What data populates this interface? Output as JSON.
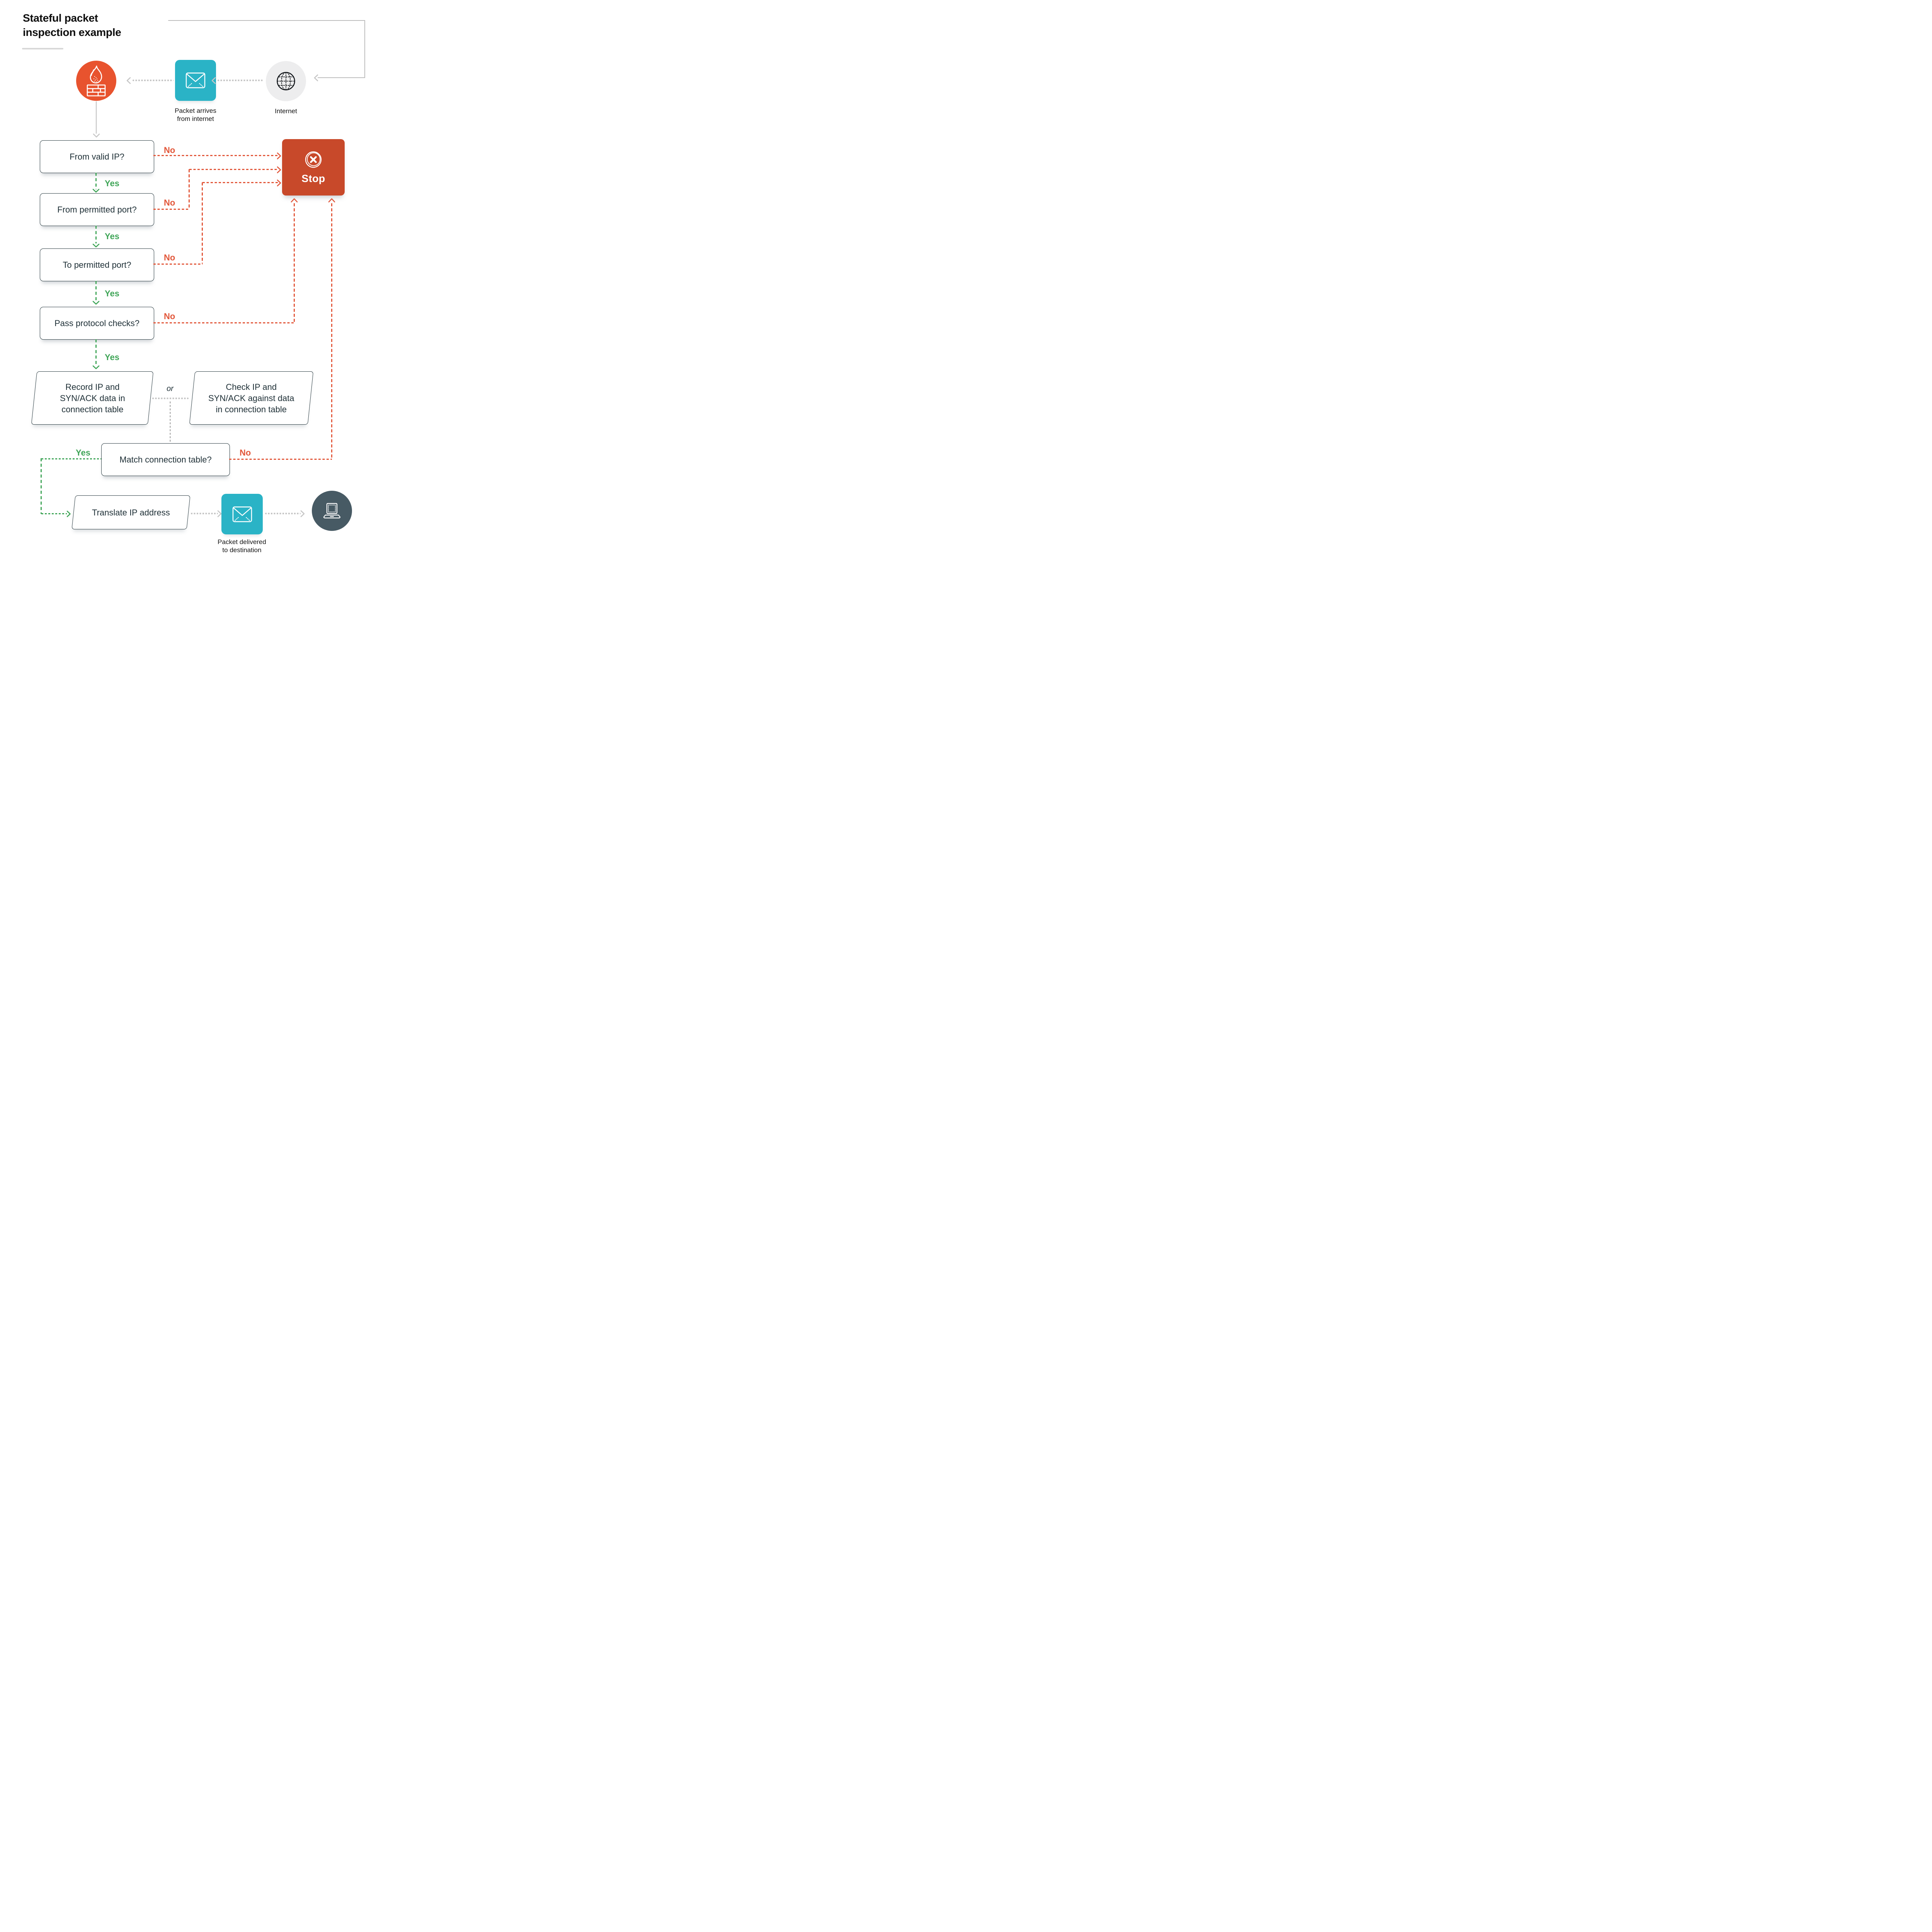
{
  "title": "Stateful packet\ninspection example",
  "labels": {
    "yes": "Yes",
    "no": "No",
    "or": "or"
  },
  "nodes": {
    "firewall": {
      "icon": "firewall-icon"
    },
    "packet_in": {
      "label": "Packet arrives\nfrom internet",
      "icon": "envelope-icon"
    },
    "internet": {
      "label": "Internet",
      "icon": "globe-icon"
    },
    "stop": {
      "label": "Stop",
      "icon": "circled-x-icon"
    },
    "decisions": [
      {
        "id": "valid-ip",
        "question": "From valid IP?"
      },
      {
        "id": "from-permitted-port",
        "question": "From permitted port?"
      },
      {
        "id": "to-permitted-port",
        "question": "To permitted port?"
      },
      {
        "id": "protocol-checks",
        "question": "Pass protocol checks?"
      },
      {
        "id": "match-connection-table",
        "question": "Match connection table?"
      }
    ],
    "processes": [
      {
        "id": "record",
        "text": "Record IP and\nSYN/ACK data in\nconnection table"
      },
      {
        "id": "check",
        "text": "Check IP and\nSYN/ACK against data\nin connection table"
      },
      {
        "id": "translate",
        "text": "Translate IP address"
      }
    ],
    "packet_out": {
      "label": "Packet delivered\nto destination",
      "icon": "envelope-icon"
    },
    "destination": {
      "icon": "laptop-icon"
    }
  },
  "colors": {
    "paper": "#FFFFFF",
    "ink": "#203138",
    "black": "#0E0E0E",
    "red": "#E2573A",
    "stop_bg": "#C8492A",
    "firewall_bg": "#E8532E",
    "teal": "#2AB3C6",
    "green": "#3FA557",
    "gray_line": "#BDBDBD",
    "gray_dot": "#C6C6C6",
    "gray_dash": "#B9B9B9",
    "light_circle": "#EDEDEE",
    "slate": "#475A64",
    "title_bar": "#D8D8D8"
  }
}
